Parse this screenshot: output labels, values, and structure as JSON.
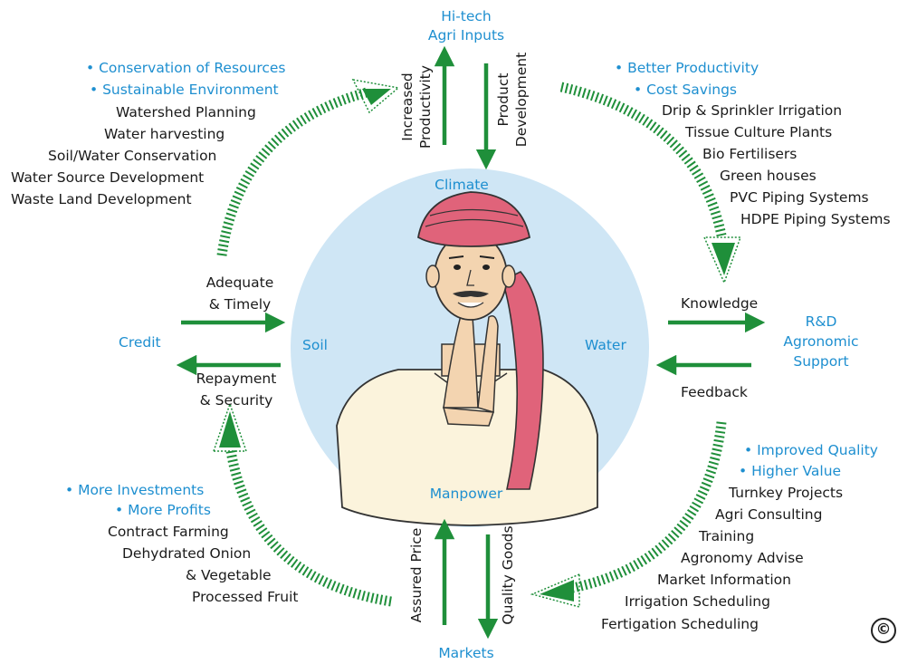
{
  "top": {
    "node": [
      "Hi-tech",
      "Agri Inputs"
    ],
    "left_arrow_label": [
      "Increased",
      "Productivity"
    ],
    "right_arrow_label": [
      "Product",
      "Development"
    ]
  },
  "bottom": {
    "node": "Markets",
    "left_arrow_label": "Assured Price",
    "right_arrow_label": "Quality Goods"
  },
  "left": {
    "node": "Credit",
    "top_arrow_label": [
      "Adequate",
      "& Timely"
    ],
    "bottom_arrow_label": [
      "Repayment",
      "& Security"
    ]
  },
  "right": {
    "node": [
      "R&D",
      "Agronomic",
      "Support"
    ],
    "top_arrow_label": "Knowledge",
    "bottom_arrow_label": "Feedback"
  },
  "circle": {
    "top": "Climate",
    "left": "Soil",
    "right": "Water",
    "bottom": "Manpower",
    "center_image": "farmer-namaste-illustration"
  },
  "top_left_list": {
    "benefits": [
      "• Conservation of Resources",
      "• Sustainable Environment"
    ],
    "items": [
      "Watershed Planning",
      "Water harvesting",
      "Soil/Water Conservation",
      "Water Source Development",
      "Waste Land Development"
    ]
  },
  "top_right_list": {
    "benefits": [
      "• Better Productivity",
      "• Cost Savings"
    ],
    "items": [
      "Drip & Sprinkler Irrigation",
      "Tissue Culture Plants",
      "Bio Fertilisers",
      "Green houses",
      "PVC Piping Systems",
      "HDPE Piping Systems"
    ]
  },
  "bottom_left_list": {
    "benefits": [
      "• More Investments",
      "• More Profits"
    ],
    "items": [
      "Contract Farming",
      "Dehydrated Onion",
      "& Vegetable",
      "Processed Fruit"
    ]
  },
  "bottom_right_list": {
    "benefits": [
      "• Improved Quality",
      "• Higher Value"
    ],
    "items": [
      "Turnkey Projects",
      "Agri Consulting",
      "Training",
      "Agronomy Advise",
      "Market Information",
      "Irrigation Scheduling",
      "Fertigation Scheduling"
    ]
  },
  "copyright_symbol": "©",
  "colors": {
    "arrow_green": "#1f8f3a",
    "label_blue": "#1e8fd0",
    "circle_fill": "#cfe6f5",
    "turban": "#e0637a",
    "skin": "#f3d4b0",
    "clothes": "#fbf3dc"
  }
}
